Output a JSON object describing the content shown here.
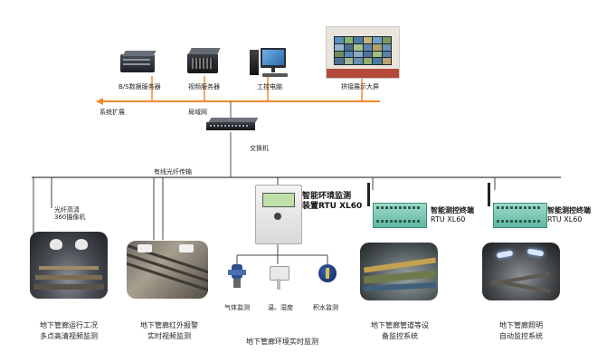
{
  "top_devices": {
    "bs_server": "B/S数据服务器",
    "video_server": "视频服务器",
    "workstation": "工控电脑",
    "video_wall": "拼接展示大屏"
  },
  "network": {
    "expansion": "系统扩展",
    "lan": "局域网",
    "switch": "交换机",
    "fiber": "有线光纤传输"
  },
  "camera_label": "光纤高清\n360摄像机",
  "monitor_device": {
    "title_line1": "智能环境监测",
    "title_line2": "装置RTU XL60"
  },
  "rtu_a": {
    "title_line1": "智能测控终端",
    "title_line2": "RTU XL60"
  },
  "rtu_b": {
    "title_line1": "智能测控终端",
    "title_line2": "RTU XL60"
  },
  "sensors": {
    "gas": "气体监测",
    "temp_humidity": "温、湿度",
    "water": "积水监测"
  },
  "captions": {
    "video_monitor": "地下管廊运行工况\n多点高清视频监测",
    "infrared_alarm": "地下管廊红外报警\n实时视频监测",
    "environment": "地下管廊环境实时监测",
    "pipe_equipment": "地下管廊管道等设\n备监控系统",
    "lighting": "地下管廊照明\n自动监控系统"
  }
}
